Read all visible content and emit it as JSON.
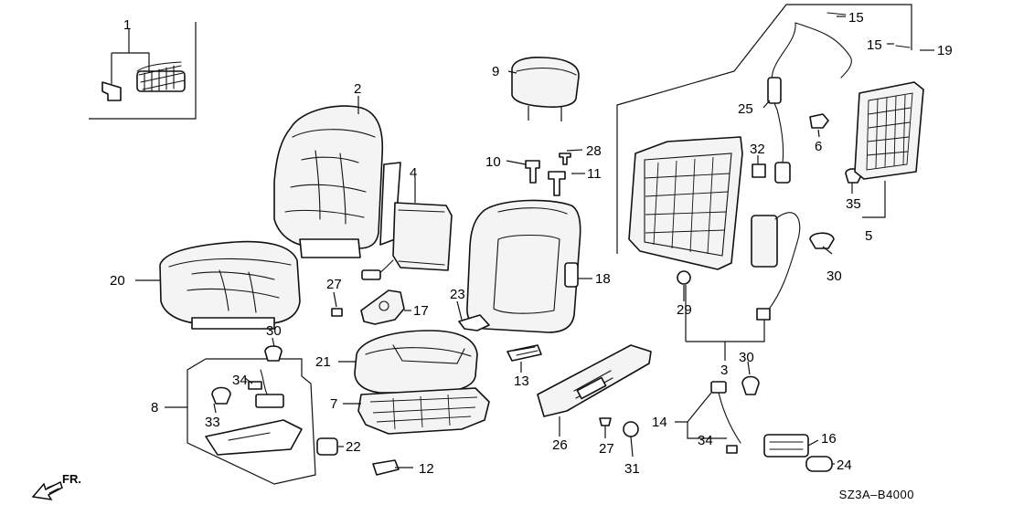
{
  "diagram_code": "SZ3A‒B4000",
  "direction_label": "FR.",
  "callouts": {
    "c1": "1",
    "c2": "2",
    "c3": "3",
    "c4": "4",
    "c5": "5",
    "c6": "6",
    "c7": "7",
    "c8": "8",
    "c9": "9",
    "c10": "10",
    "c11": "11",
    "c12": "12",
    "c13": "13",
    "c14": "14",
    "c15a": "15",
    "c15b": "15",
    "c16": "16",
    "c17": "17",
    "c18": "18",
    "c19": "19",
    "c20": "20",
    "c21": "21",
    "c22": "22",
    "c23": "23",
    "c24": "24",
    "c25": "25",
    "c26": "26",
    "c27a": "27",
    "c27b": "27",
    "c28": "28",
    "c29": "29",
    "c30a": "30",
    "c30b": "30",
    "c30c": "30",
    "c31": "31",
    "c32": "32",
    "c33": "33",
    "c34a": "34",
    "c34b": "34",
    "c35": "35"
  }
}
